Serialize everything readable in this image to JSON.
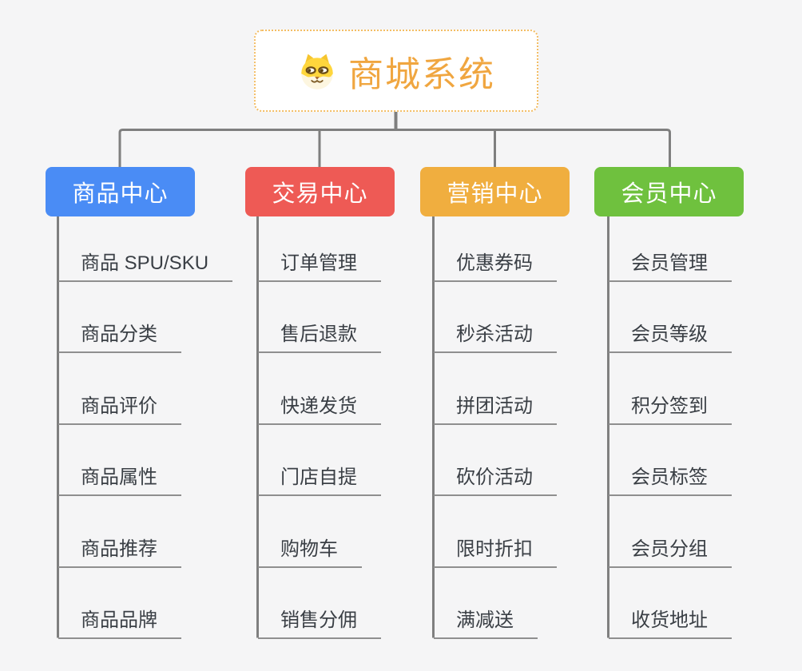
{
  "root": {
    "title": "商城系统",
    "icon": "dog-mascot-icon"
  },
  "branches": [
    {
      "label": "商品中心",
      "color": "#4a8cf5",
      "children": [
        "商品 SPU/SKU",
        "商品分类",
        "商品评价",
        "商品属性",
        "商品推荐",
        "商品品牌"
      ]
    },
    {
      "label": "交易中心",
      "color": "#ee5a55",
      "children": [
        "订单管理",
        "售后退款",
        "快递发货",
        "门店自提",
        "购物车",
        "销售分佣"
      ]
    },
    {
      "label": "营销中心",
      "color": "#f0ae3f",
      "children": [
        "优惠券码",
        "秒杀活动",
        "拼团活动",
        "砍价活动",
        "限时折扣",
        "满减送"
      ]
    },
    {
      "label": "会员中心",
      "color": "#6fc13e",
      "children": [
        "会员管理",
        "会员等级",
        "积分签到",
        "会员标签",
        "会员分组",
        "收货地址"
      ]
    }
  ],
  "colors": {
    "background": "#f5f5f6",
    "root_accent": "#f0a640",
    "root_border": "#f3bd64",
    "connector": "#7f7f7f",
    "child_text": "#3a3f45"
  }
}
